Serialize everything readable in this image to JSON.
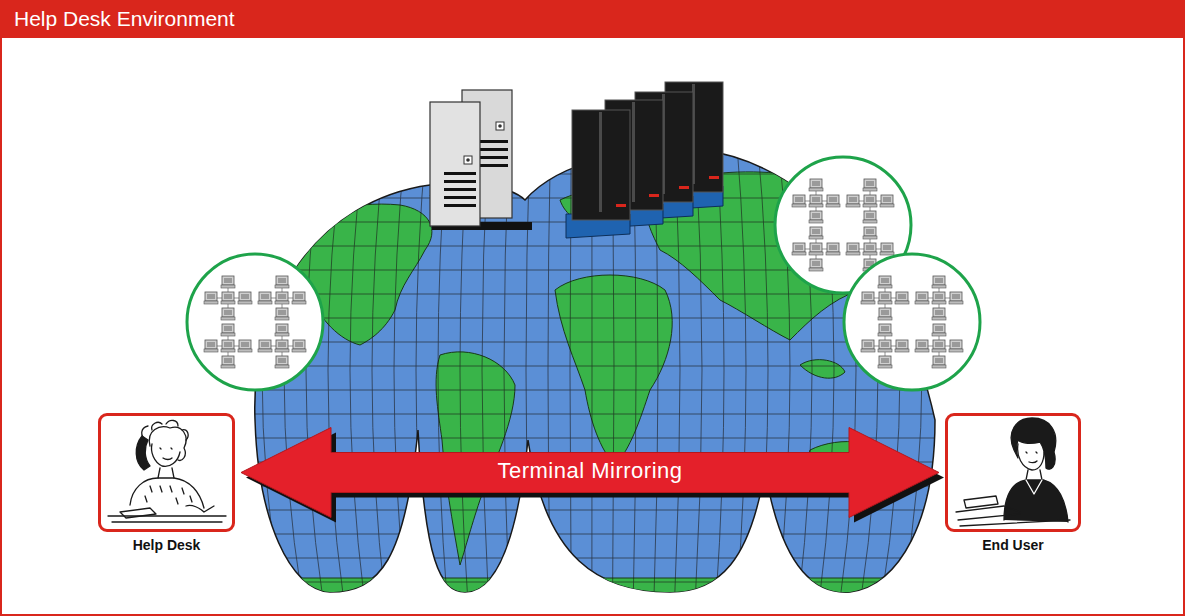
{
  "diagram": {
    "title": "Help Desk Environment",
    "nodes": [
      {
        "text": [
          "Help Desk"
        ]
      },
      {
        "text": [
          "End User"
        ]
      }
    ],
    "edges": [
      {
        "from": 0,
        "to": 1,
        "label": "Terminal Mirroring",
        "arrow": "both"
      }
    ]
  }
}
